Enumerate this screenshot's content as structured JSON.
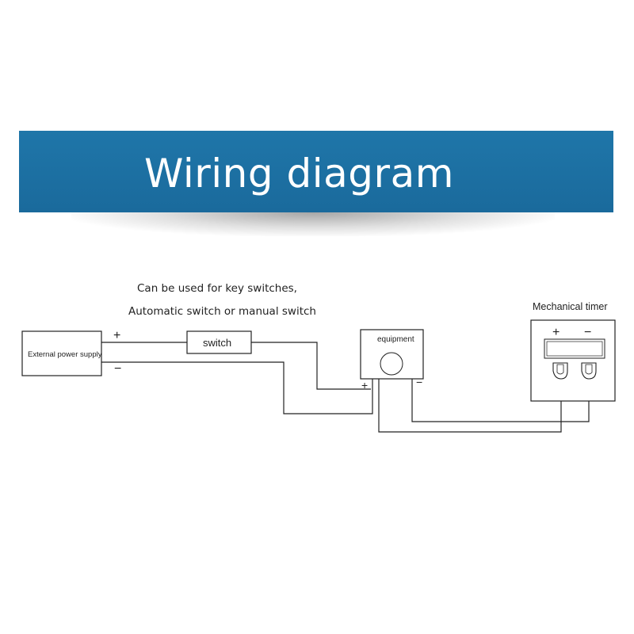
{
  "banner": {
    "title": "Wiring diagram"
  },
  "notes": {
    "line1": "Can be used for key switches,",
    "line2": "Automatic switch or manual switch"
  },
  "power_supply": {
    "label": "External power supply",
    "plus": "+",
    "minus": "−"
  },
  "switch": {
    "label": "switch"
  },
  "equipment": {
    "label": "equipment",
    "plus": "+",
    "minus": "−"
  },
  "timer": {
    "title": "Mechanical timer",
    "plus": "+",
    "minus": "−"
  },
  "colors": {
    "banner": "#1f76a9",
    "line": "#222222"
  }
}
